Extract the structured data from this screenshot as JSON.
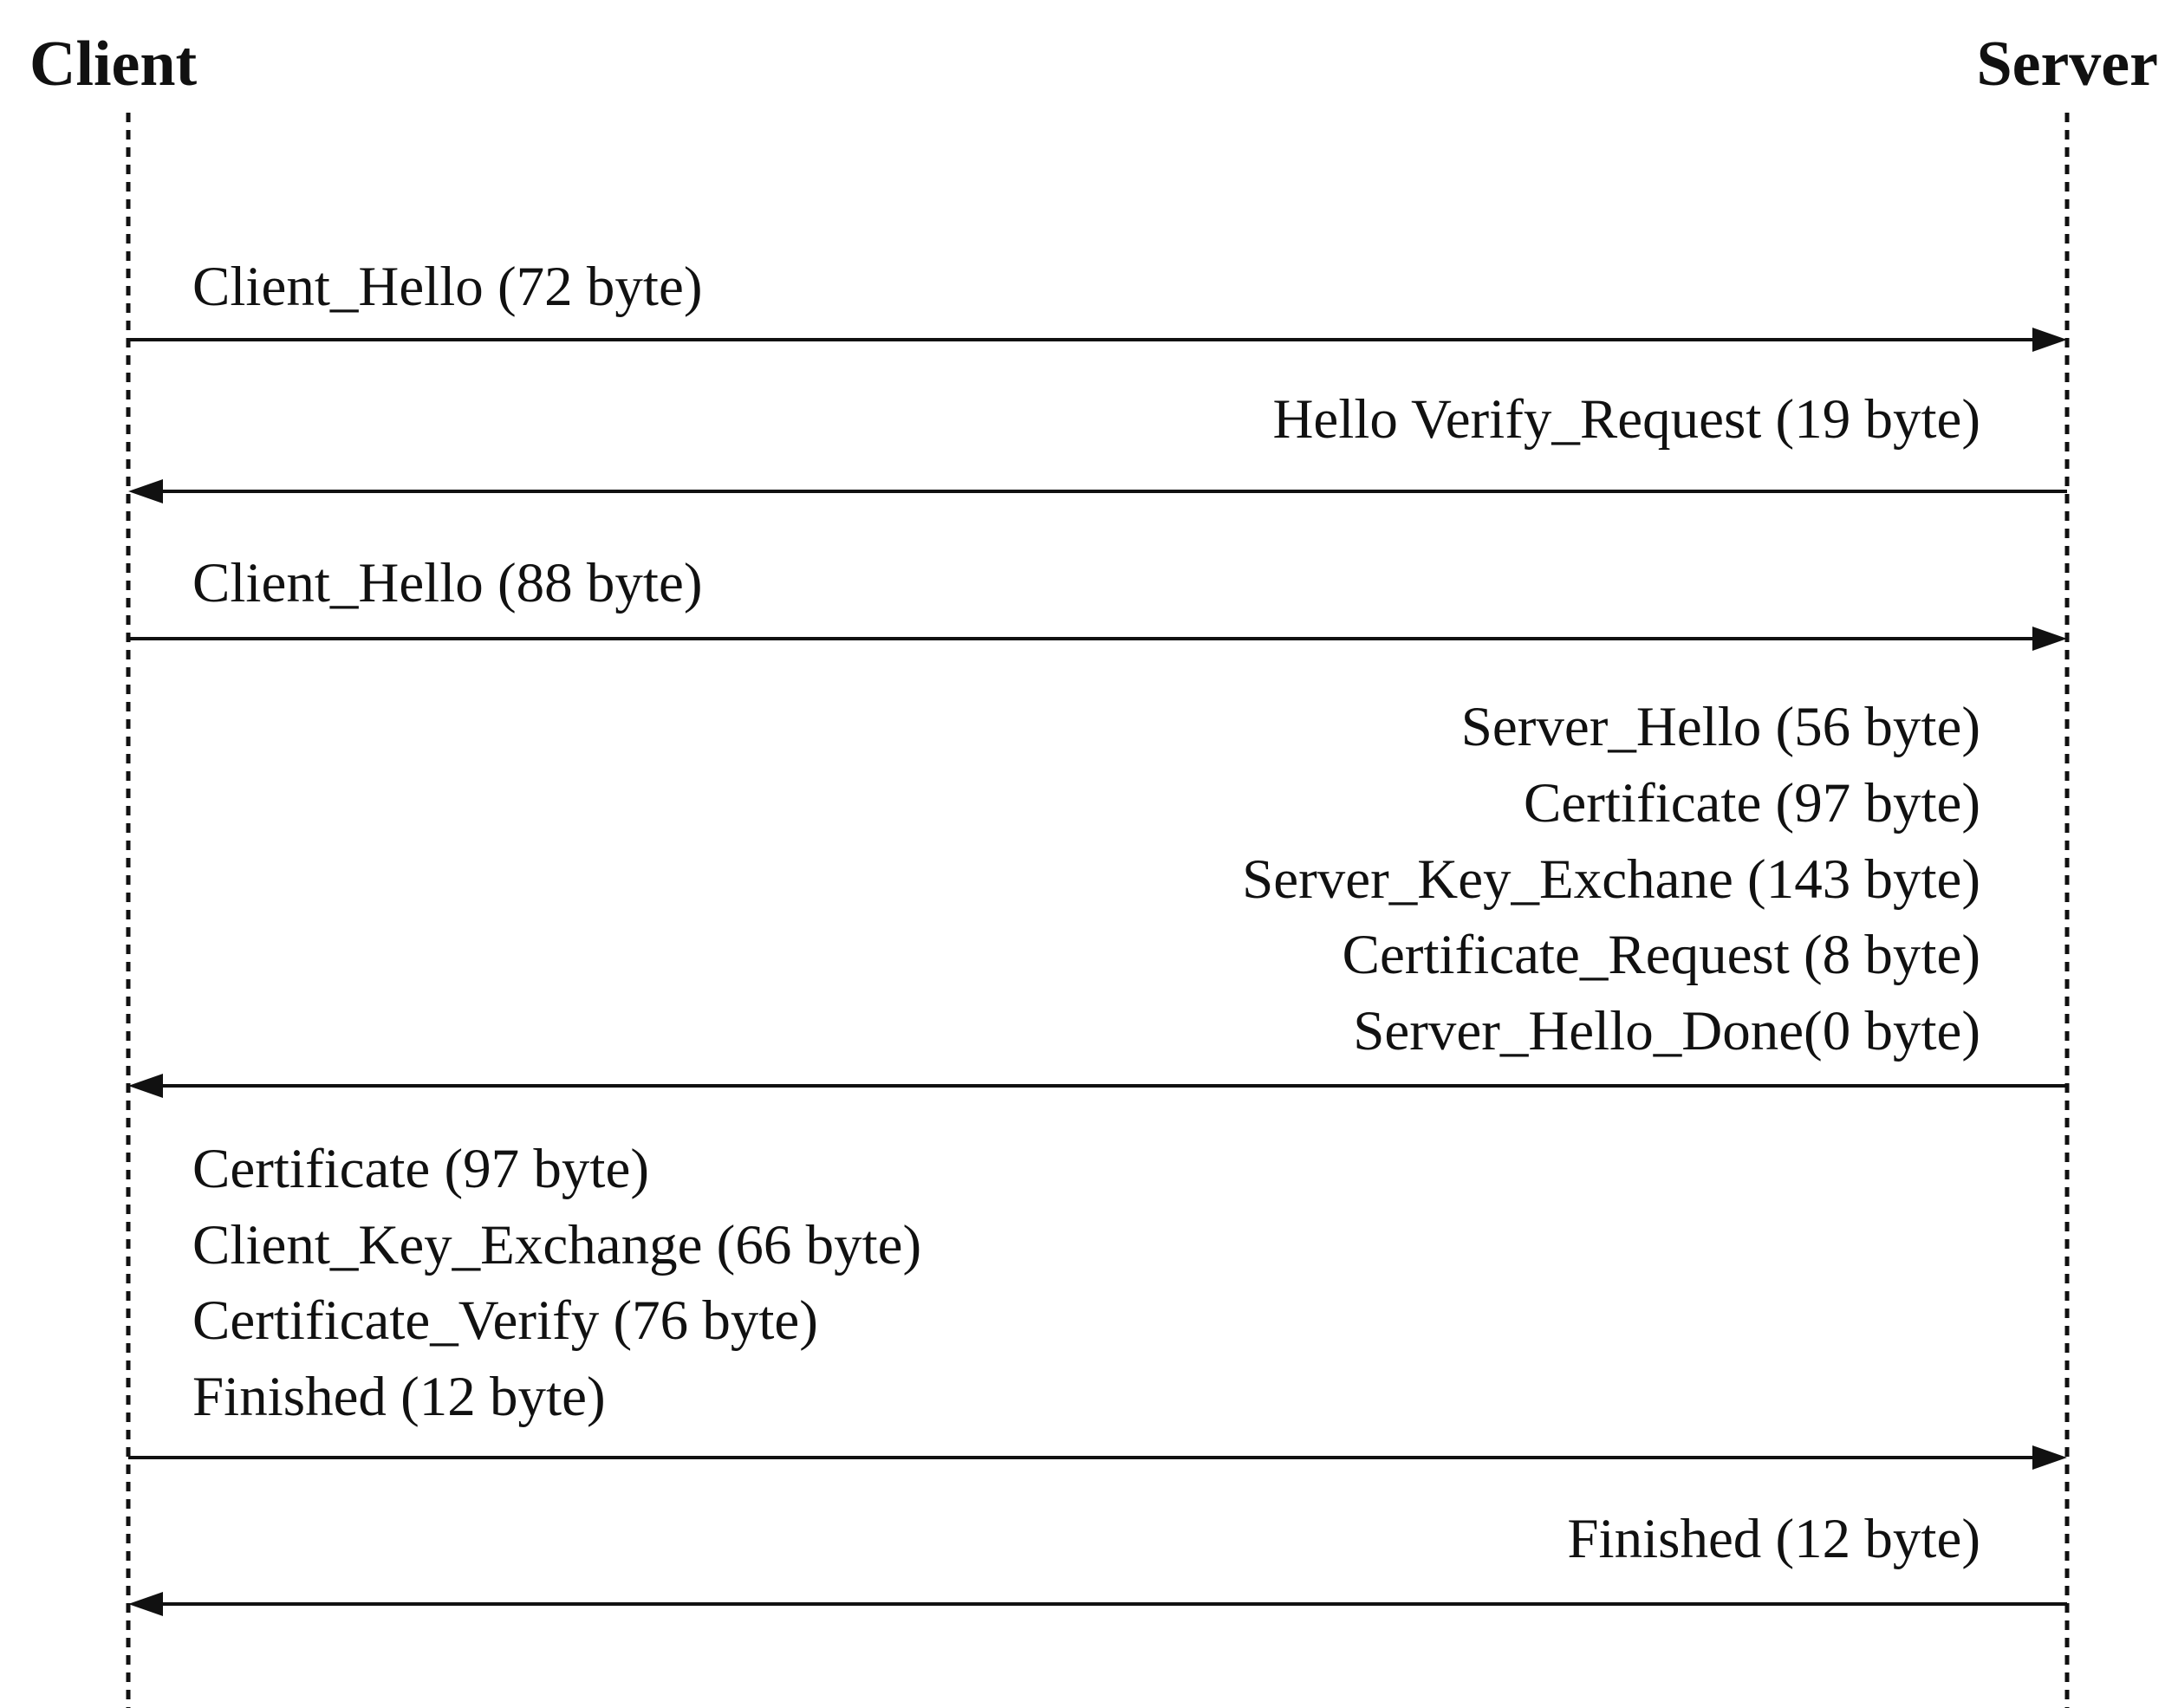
{
  "participants": {
    "client": "Client",
    "server": "Server"
  },
  "messages": [
    {
      "direction": "to-server",
      "lines": [
        "Client_Hello (72 byte)"
      ]
    },
    {
      "direction": "to-client",
      "lines": [
        "Hello Verify_Request (19 byte)"
      ]
    },
    {
      "direction": "to-server",
      "lines": [
        "Client_Hello (88 byte)"
      ]
    },
    {
      "direction": "to-client",
      "lines": [
        "Server_Hello (56 byte)",
        "Certificate (97 byte)",
        "Server_Key_Exchane (143 byte)",
        "Certificate_Request (8 byte)",
        "Server_Hello_Done(0 byte)"
      ]
    },
    {
      "direction": "to-server",
      "lines": [
        "Certificate (97 byte)",
        "Client_Key_Exchange (66 byte)",
        "Certificate_Verify (76 byte)",
        "Finished (12 byte)"
      ]
    },
    {
      "direction": "to-client",
      "lines": [
        "Finished (12 byte)"
      ]
    }
  ]
}
